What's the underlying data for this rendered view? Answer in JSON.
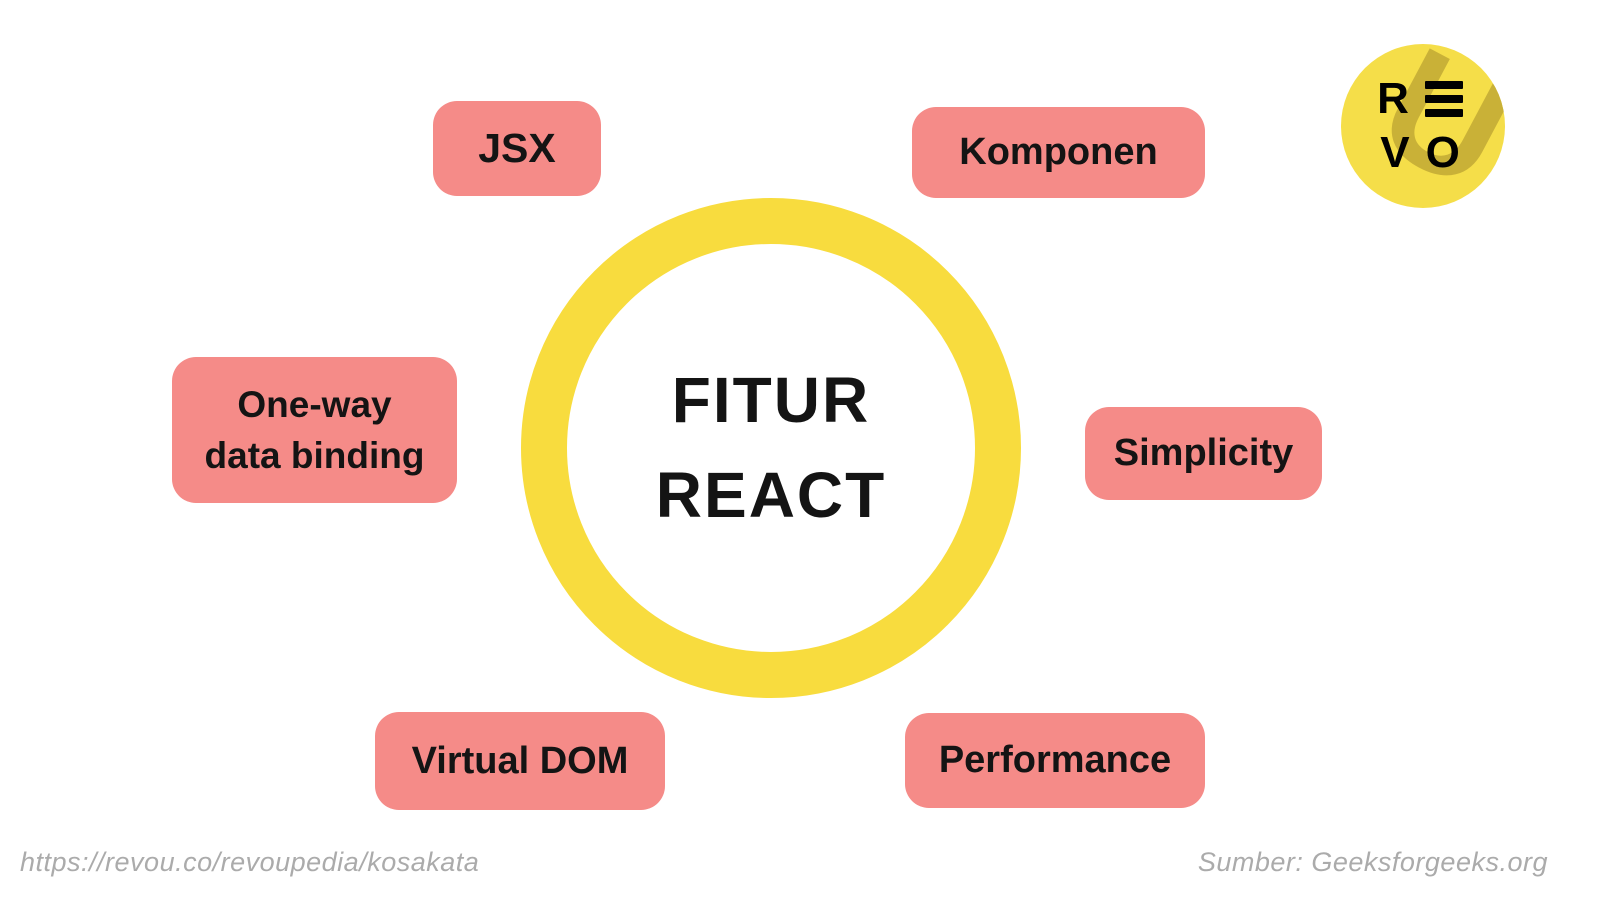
{
  "title": {
    "line1": "FITUR",
    "line2": "REACT"
  },
  "features": [
    {
      "id": "jsx",
      "label": "JSX"
    },
    {
      "id": "komponen",
      "label": "Komponen"
    },
    {
      "id": "one-way-data-binding",
      "label_line1": "One-way",
      "label_line2": "data binding"
    },
    {
      "id": "simplicity",
      "label": "Simplicity"
    },
    {
      "id": "virtual-dom",
      "label": "Virtual DOM"
    },
    {
      "id": "performance",
      "label": "Performance"
    }
  ],
  "logo": {
    "name": "revou-logo",
    "letter_r": "R",
    "letter_v": "V",
    "letter_o": "O",
    "watermark_letter": "U"
  },
  "footer": {
    "left_url": "https://revou.co/revoupedia/kosakata",
    "right_source": "Sumber: Geeksforgeeks.org"
  },
  "colors": {
    "background": "#FFFFFF",
    "accent_pink": "#F58B88",
    "ring_yellow": "#F8DC3E",
    "logo_yellow": "#F5DE49",
    "logo_watermark_yellow": "#C9B137",
    "text_black": "#141414",
    "footer_gray": "#ABABAB"
  }
}
